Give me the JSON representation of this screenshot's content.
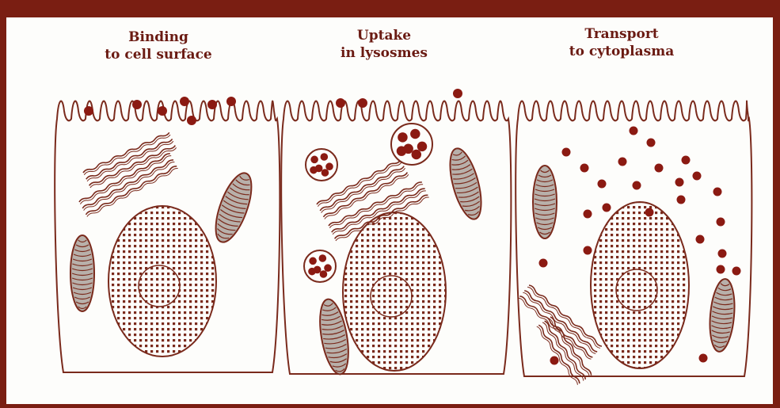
{
  "panels": [
    {
      "title_line1": "Binding",
      "title_line2": "to cell surface"
    },
    {
      "title_line1": "Uptake",
      "title_line2": "in lysosmes"
    },
    {
      "title_line1": "Transport",
      "title_line2": "to cytoplasma"
    }
  ],
  "colors": {
    "frame": "#7a1e12",
    "ink": "#7a2a1c",
    "dot": "#8b1a12",
    "panel": "#fdfdfb",
    "mito_fill": "#b8b0aa"
  }
}
